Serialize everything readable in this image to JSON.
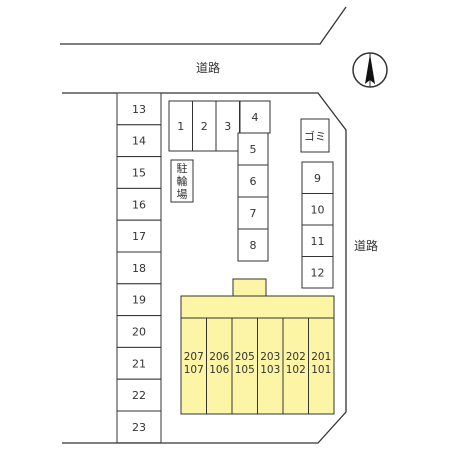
{
  "roads": {
    "top_label": "道路",
    "right_label": "道路"
  },
  "compass": {
    "icon": "north-arrow-icon"
  },
  "parking_left": [
    "13",
    "14",
    "15",
    "16",
    "17",
    "18",
    "19",
    "20",
    "21",
    "22",
    "23"
  ],
  "parking_top": [
    "1",
    "2",
    "3"
  ],
  "parking_center": [
    "4",
    "5",
    "6",
    "7",
    "8"
  ],
  "parking_right": [
    "9",
    "10",
    "11",
    "12"
  ],
  "bicycle_parking": {
    "chars": [
      "駐",
      "輪",
      "場"
    ]
  },
  "garbage": {
    "label": "ゴミ"
  },
  "building": {
    "color": "#fdf5a6",
    "units": [
      {
        "upper": "207",
        "lower": "107"
      },
      {
        "upper": "206",
        "lower": "106"
      },
      {
        "upper": "205",
        "lower": "105"
      },
      {
        "upper": "203",
        "lower": "103"
      },
      {
        "upper": "202",
        "lower": "102"
      },
      {
        "upper": "201",
        "lower": "101"
      }
    ]
  }
}
